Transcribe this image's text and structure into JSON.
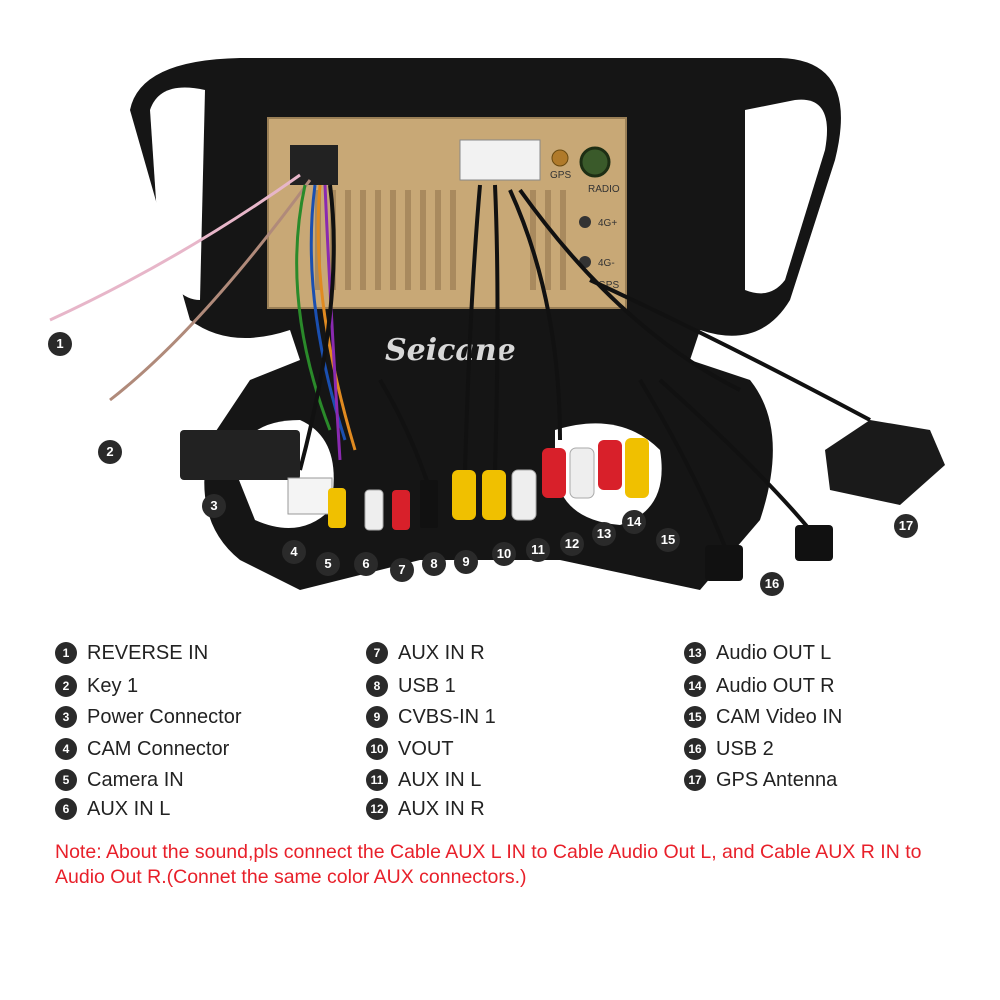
{
  "watermark": "Seicane",
  "port_labels": {
    "gps": "GPS",
    "radio": "RADIO",
    "four_g_1": "4G+",
    "four_g_2": "4G-",
    "gps_2": "GPS"
  },
  "callouts": [
    "1",
    "2",
    "3",
    "4",
    "5",
    "6",
    "7",
    "8",
    "9",
    "10",
    "11",
    "12",
    "13",
    "14",
    "15",
    "16",
    "17"
  ],
  "legend": [
    {
      "num": "1",
      "label": "REVERSE IN"
    },
    {
      "num": "2",
      "label": "Key 1"
    },
    {
      "num": "3",
      "label": "Power Connector"
    },
    {
      "num": "4",
      "label": "CAM Connector"
    },
    {
      "num": "5",
      "label": "Camera IN"
    },
    {
      "num": "6",
      "label": "AUX IN L"
    },
    {
      "num": "7",
      "label": "AUX IN R"
    },
    {
      "num": "8",
      "label": "USB 1"
    },
    {
      "num": "9",
      "label": "CVBS-IN 1"
    },
    {
      "num": "10",
      "label": "VOUT"
    },
    {
      "num": "11",
      "label": "AUX IN L"
    },
    {
      "num": "12",
      "label": "AUX IN R"
    },
    {
      "num": "13",
      "label": "Audio OUT L"
    },
    {
      "num": "14",
      "label": "Audio OUT R"
    },
    {
      "num": "15",
      "label": "CAM Video IN"
    },
    {
      "num": "16",
      "label": "USB 2"
    },
    {
      "num": "17",
      "label": "GPS Antenna"
    }
  ],
  "note": "Note: About the sound,pls connect the Cable AUX L IN to Cable Audio Out L, and Cable AUX R IN to Audio Out R.(Connet the same color AUX connectors.)",
  "colors": {
    "frame": "#151515",
    "housing": "#c8a876",
    "rca_yellow": "#f0c000",
    "rca_red": "#d8202a",
    "rca_white": "#eeeeee",
    "note": "#e8202a"
  }
}
